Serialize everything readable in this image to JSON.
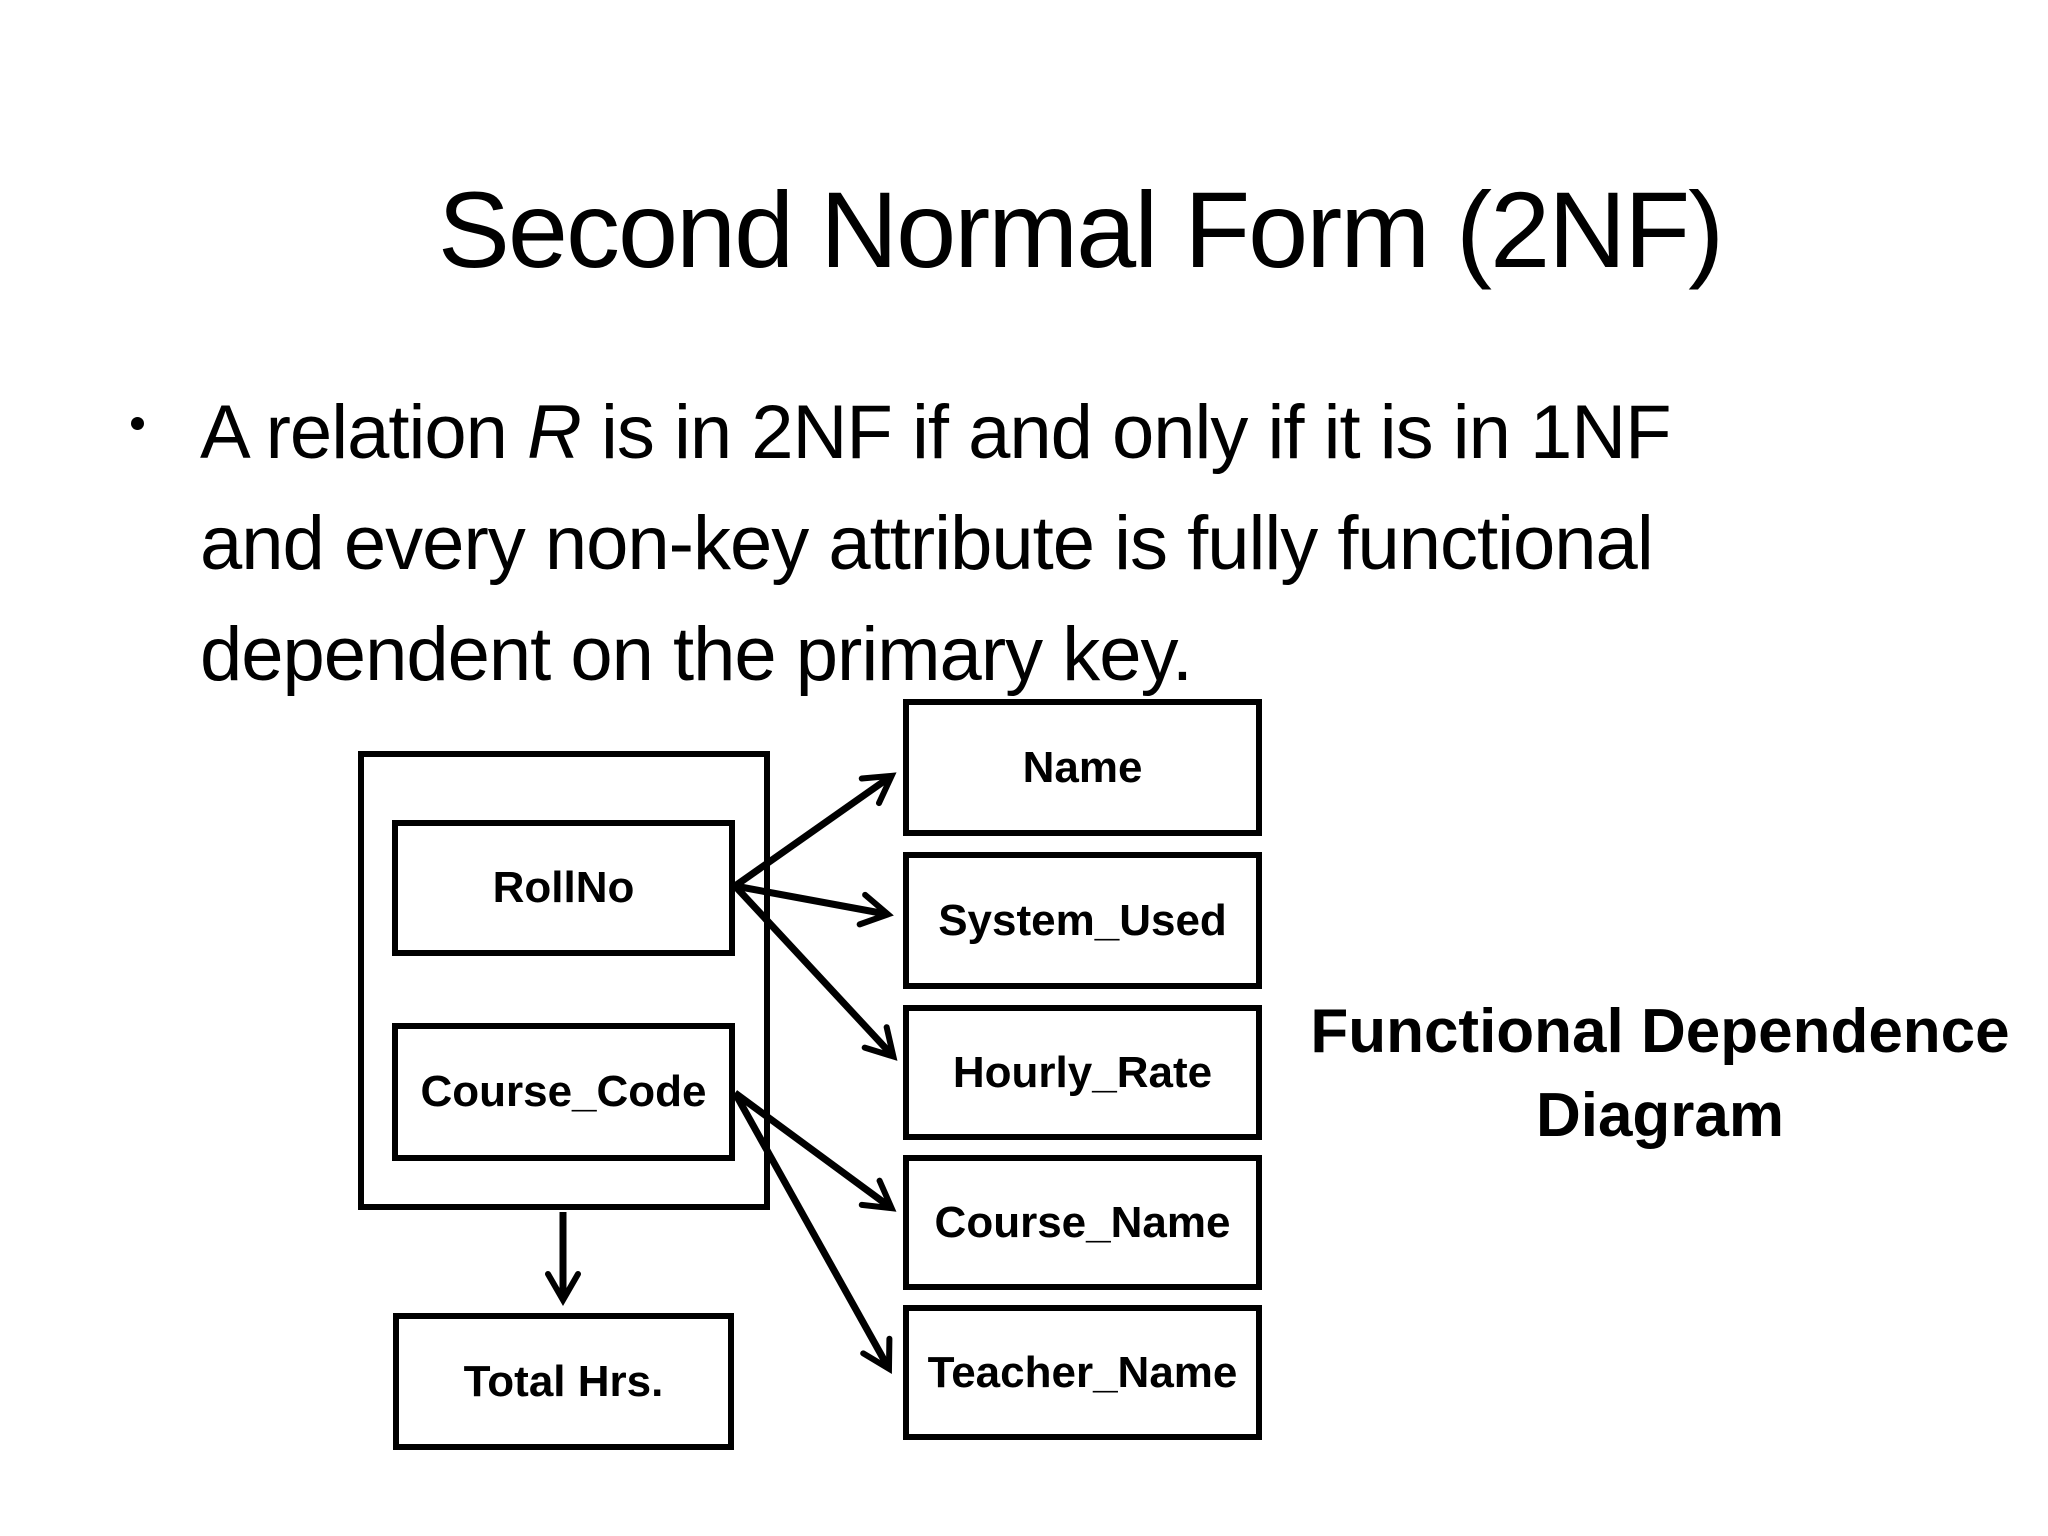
{
  "slide": {
    "title": "Second Normal Form (2NF)",
    "bullet": {
      "line1_before_italic": "A relation ",
      "line1_italic": "R",
      "line1_after_italic": " is in 2NF if and only if it is in 1NF",
      "line2": "and every non-key attribute is fully functional",
      "line3": "dependent on the primary key."
    }
  },
  "diagram": {
    "caption_line1": "Functional Dependence",
    "caption_line2": "Diagram",
    "boxes": {
      "rollno": "RollNo",
      "course_code": "Course_Code",
      "total_hrs": "Total Hrs.",
      "name": "Name",
      "system_used": "System_Used",
      "hourly_rate": "Hourly_Rate",
      "course_name": "Course_Name",
      "teacher_name": "Teacher_Name"
    },
    "dependencies": [
      {
        "from": "RollNo",
        "to": "Name"
      },
      {
        "from": "RollNo",
        "to": "System_Used"
      },
      {
        "from": "RollNo",
        "to": "Hourly_Rate"
      },
      {
        "from": "Course_Code",
        "to": "Course_Name"
      },
      {
        "from": "Course_Code",
        "to": "Teacher_Name"
      },
      {
        "from": "RollNo+Course_Code",
        "to": "Total Hrs."
      }
    ]
  },
  "colors": {
    "ink": "#000000",
    "background": "#ffffff"
  }
}
